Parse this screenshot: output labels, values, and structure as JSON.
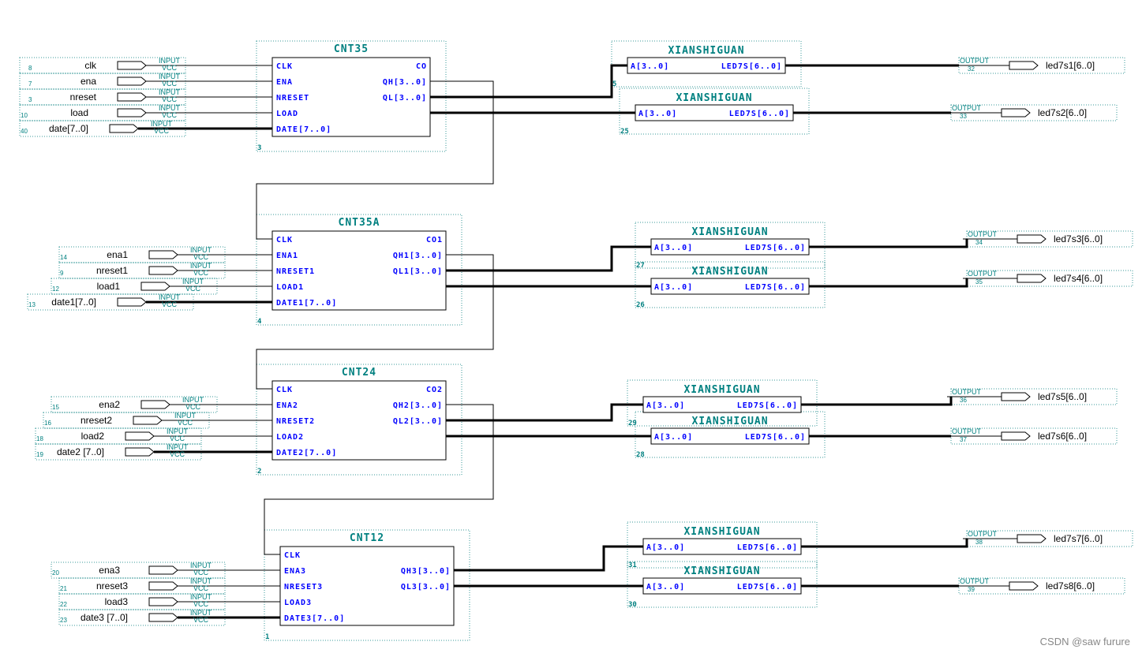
{
  "diagram": {
    "blocks": [
      {
        "title": "CNT35",
        "number": "3",
        "left_pins": [
          "CLK",
          "ENA",
          "NRESET",
          "LOAD",
          "DATE[7..0]"
        ],
        "right_pins": [
          "CO",
          "QH[3..0]",
          "QL[3..0]"
        ]
      },
      {
        "title": "CNT35A",
        "number": "4",
        "left_pins": [
          "CLK",
          "ENA1",
          "NRESET1",
          "LOAD1",
          "DATE1[7..0]"
        ],
        "right_pins": [
          "CO1",
          "QH1[3..0]",
          "QL1[3..0]"
        ]
      },
      {
        "title": "CNT24",
        "number": "2",
        "left_pins": [
          "CLK",
          "ENA2",
          "NRESET2",
          "LOAD2",
          "DATE2[7..0]"
        ],
        "right_pins": [
          "CO2",
          "QH2[3..0]",
          "QL2[3..0]"
        ]
      },
      {
        "title": "CNT12",
        "number": "1",
        "left_pins": [
          "CLK",
          "ENA3",
          "NRESET3",
          "LOAD3",
          "DATE3[7..0]"
        ],
        "right_pins": [
          "QH3[3..0]",
          "QL3[3..0]"
        ]
      }
    ],
    "decoders": [
      {
        "title": "XIANSHIGUAN",
        "number": "5",
        "in": "A[3..0]",
        "out": "LED7S[6..0]"
      },
      {
        "title": "XIANSHIGUAN",
        "number": "25",
        "in": "A[3..0]",
        "out": "LED7S[6..0]"
      },
      {
        "title": "XIANSHIGUAN",
        "number": "27",
        "in": "A[3..0]",
        "out": "LED7S[6..0]"
      },
      {
        "title": "XIANSHIGUAN",
        "number": "26",
        "in": "A[3..0]",
        "out": "LED7S[6..0]"
      },
      {
        "title": "XIANSHIGUAN",
        "number": "29",
        "in": "A[3..0]",
        "out": "LED7S[6..0]"
      },
      {
        "title": "XIANSHIGUAN",
        "number": "28",
        "in": "A[3..0]",
        "out": "LED7S[6..0]"
      },
      {
        "title": "XIANSHIGUAN",
        "number": "31",
        "in": "A[3..0]",
        "out": "LED7S[6..0]"
      },
      {
        "title": "XIANSHIGUAN",
        "number": "30",
        "in": "A[3..0]",
        "out": "LED7S[6..0]"
      }
    ],
    "input_pin_type": "INPUT",
    "input_pin_sub": "VCC",
    "inputs": [
      {
        "name": "clk",
        "number": "8"
      },
      {
        "name": "ena",
        "number": "7"
      },
      {
        "name": "nreset",
        "number": "3"
      },
      {
        "name": "load",
        "number": "10"
      },
      {
        "name": "date[7..0]",
        "number": "40"
      },
      {
        "name": "ena1",
        "number": "14"
      },
      {
        "name": "nreset1",
        "number": "9"
      },
      {
        "name": "load1",
        "number": "12"
      },
      {
        "name": "date1[7..0]",
        "number": "13"
      },
      {
        "name": "ena2",
        "number": "15"
      },
      {
        "name": "nreset2",
        "number": "16"
      },
      {
        "name": "load2",
        "number": "18"
      },
      {
        "name": "date2 [7..0]",
        "number": "19"
      },
      {
        "name": "ena3",
        "number": "20"
      },
      {
        "name": "nreset3",
        "number": "21"
      },
      {
        "name": "load3",
        "number": "22"
      },
      {
        "name": "date3 [7..0]",
        "number": "23"
      }
    ],
    "output_pin_type": "OUTPUT",
    "outputs": [
      {
        "name": "led7s1[6..0]",
        "number": "32"
      },
      {
        "name": "led7s2[6..0]",
        "number": "33"
      },
      {
        "name": "led7s3[6..0]",
        "number": "34"
      },
      {
        "name": "led7s4[6..0]",
        "number": "35"
      },
      {
        "name": "led7s5[6..0]",
        "number": "36"
      },
      {
        "name": "led7s6[6..0]",
        "number": "37"
      },
      {
        "name": "led7s7[6..0]",
        "number": "38"
      },
      {
        "name": "led7s8[6..0]",
        "number": "39"
      }
    ],
    "watermark": "CSDN @saw furure",
    "colors": {
      "wire": "#000000",
      "pin_text": "#0000ff",
      "title_text": "#008080",
      "frame": "#3a9a9a",
      "label_text": "#000000"
    }
  }
}
